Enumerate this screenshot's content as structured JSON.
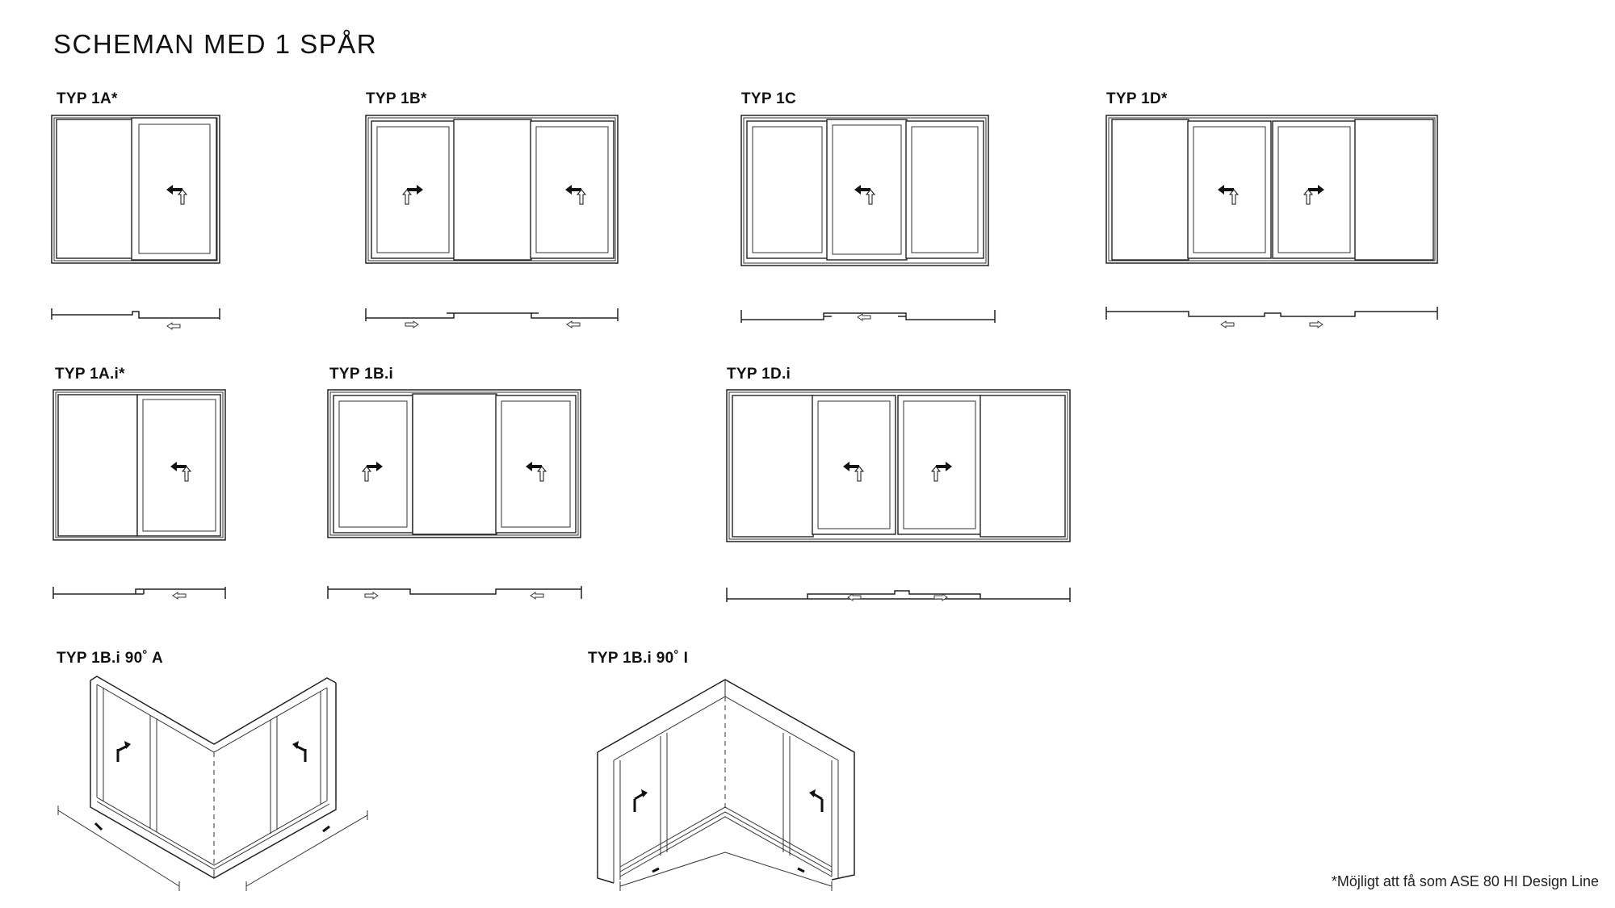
{
  "title": "SCHEMAN MED 1 SPÅR",
  "footnote": "*Möjligt att få som ASE 80 HI Design Line",
  "schemes": [
    {
      "label": "TYP 1A*"
    },
    {
      "label": "TYP 1B*"
    },
    {
      "label": "TYP 1C"
    },
    {
      "label": "TYP 1D*"
    },
    {
      "label": "TYP 1A.i*"
    },
    {
      "label": "TYP 1B.i"
    },
    {
      "label": "TYP 1D.i"
    },
    {
      "label": "TYP 1B.i 90˚ A"
    },
    {
      "label": "TYP 1B.i 90˚ I"
    }
  ],
  "icons": {
    "slide_arrow": "slide-arrow-icon",
    "track_arrow": "track-arrow-icon"
  }
}
